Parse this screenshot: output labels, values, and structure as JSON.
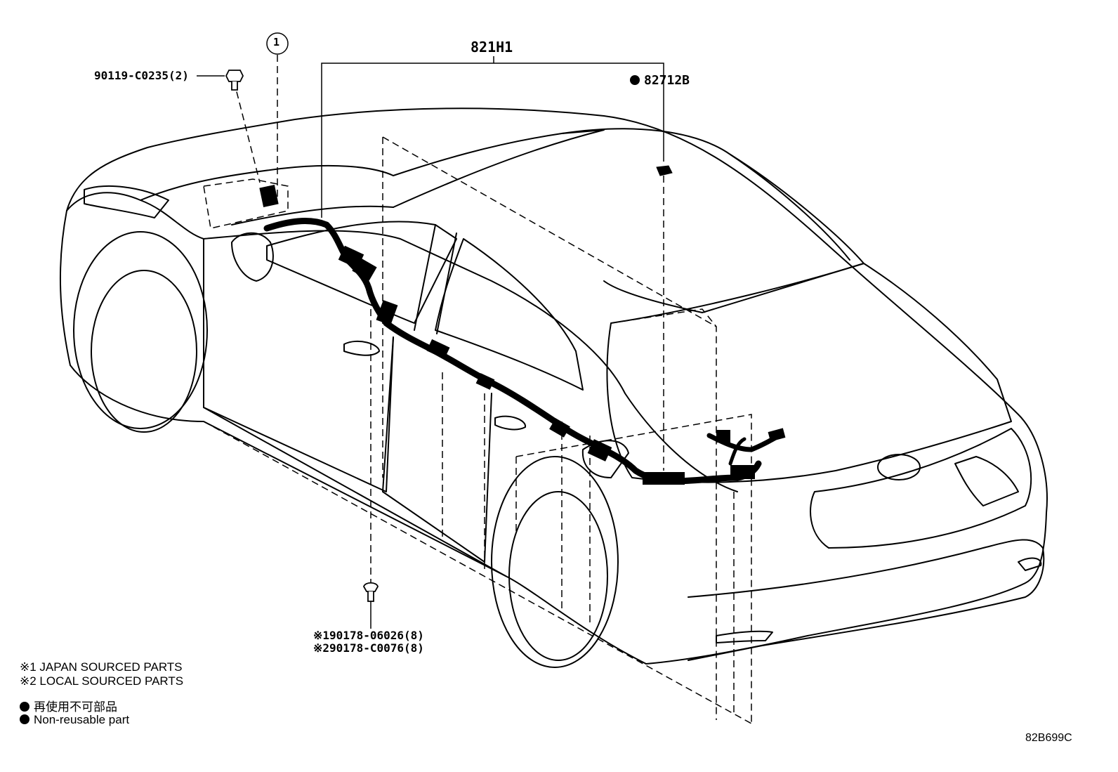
{
  "callouts": {
    "main_harness": "821H1",
    "ref_circle": "1",
    "bolt": "90119-C0235(2)",
    "clip_nonreusable": "82712B",
    "clip_japan": "※190178-06026(8)",
    "clip_local": "※290178-C0076(8)"
  },
  "legend": {
    "note_japan": "※1 JAPAN SOURCED PARTS",
    "note_local": "※2 LOCAL SOURCED PARTS",
    "nonreusable_jp": "再使用不可部品",
    "nonreusable_en": "Non-reusable part"
  },
  "illustration_code": "82B699C",
  "colors": {
    "line": "#000000",
    "background": "#ffffff"
  }
}
